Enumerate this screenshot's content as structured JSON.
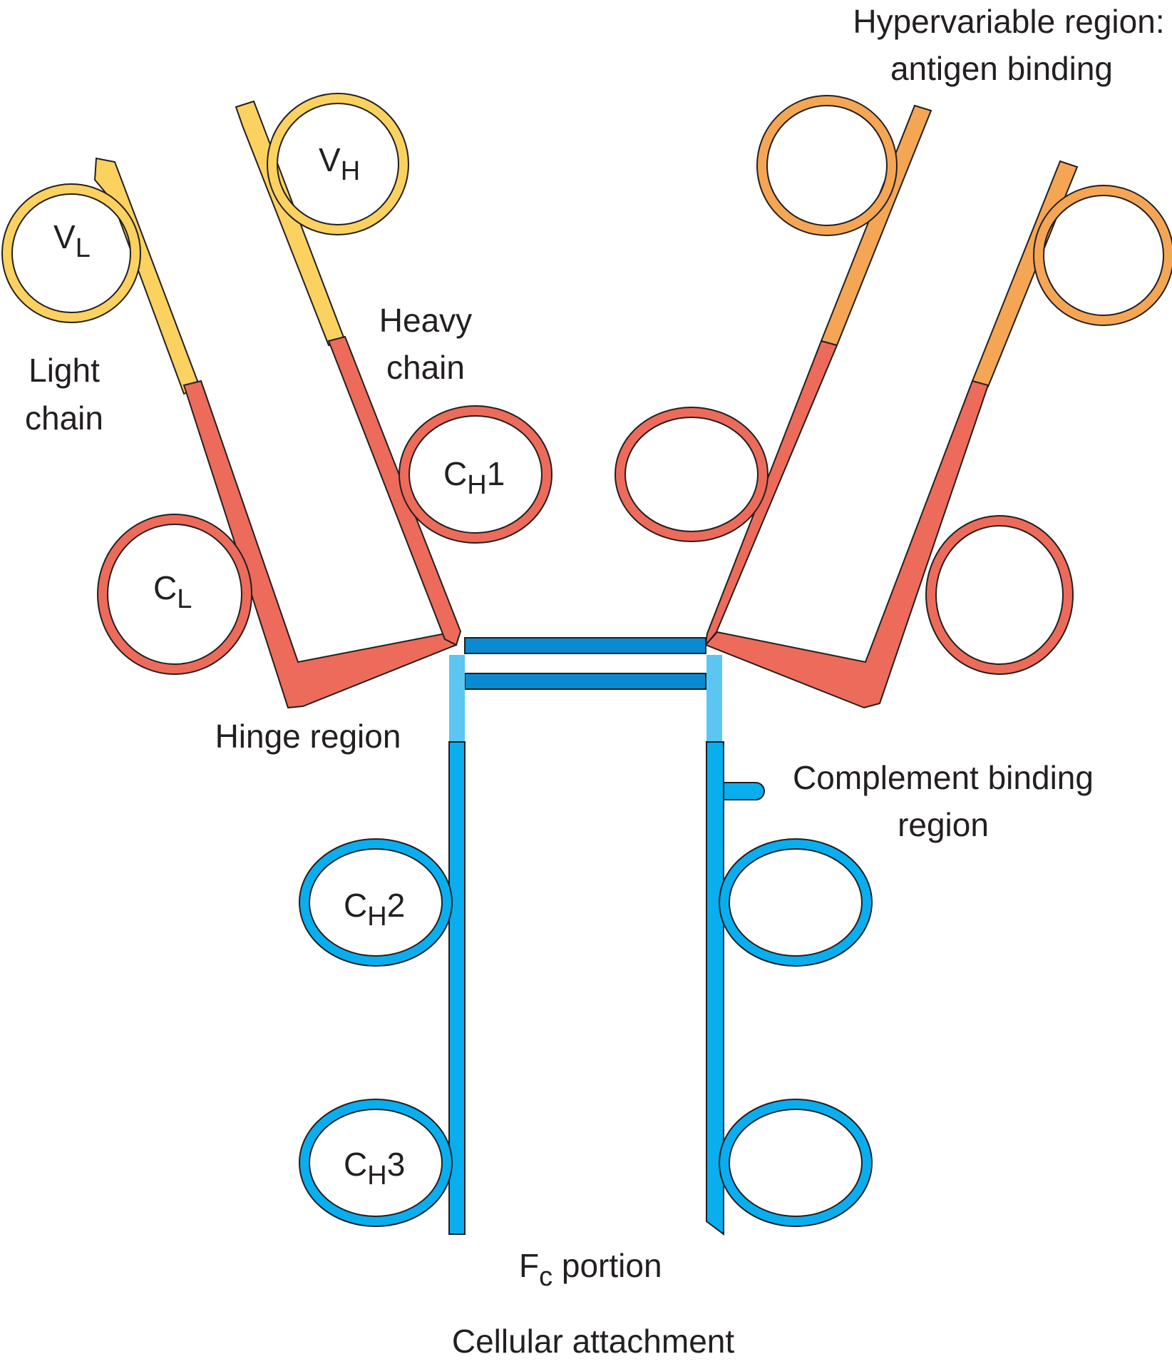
{
  "colors": {
    "variable_light": "#fbd260",
    "variable_dark": "#f5a654",
    "constant": "#ed6b5a",
    "fc": "#09aeef",
    "hinge_link": "#5cc6f2",
    "disulfide": "#0a8ad0",
    "outline": "#231f20",
    "text": "#231f20"
  },
  "domains": {
    "vl": {
      "base": "V",
      "sub": "L"
    },
    "vh": {
      "base": "V",
      "sub": "H"
    },
    "cl": {
      "base": "C",
      "sub": "L"
    },
    "ch1": {
      "base": "C",
      "sub": "H",
      "suffix": "1"
    },
    "ch2": {
      "base": "C",
      "sub": "H",
      "suffix": "2"
    },
    "ch3": {
      "base": "C",
      "sub": "H",
      "suffix": "3"
    }
  },
  "labels": {
    "hypervariable_1": "Hypervariable region:",
    "hypervariable_2": "antigen binding",
    "heavy_chain_1": "Heavy",
    "heavy_chain_2": "chain",
    "light_chain_1": "Light",
    "light_chain_2": "chain",
    "hinge": "Hinge region",
    "complement_1": "Complement binding",
    "complement_2": "region",
    "fc_base": "F",
    "fc_sub": "c",
    "fc_rest": " portion",
    "cellular": "Cellular attachment"
  }
}
